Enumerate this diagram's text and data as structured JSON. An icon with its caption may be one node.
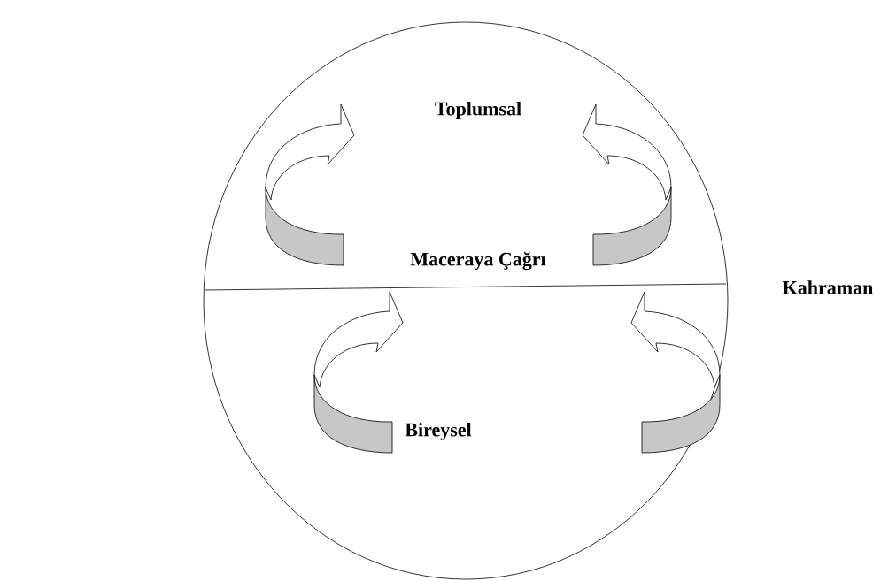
{
  "diagram": {
    "nodes": [
      {
        "text": [
          "Toplumsal",
          "Maceraya Çağrı",
          "Bireysel"
        ],
        "beside": [
          "Kahraman"
        ]
      }
    ]
  }
}
